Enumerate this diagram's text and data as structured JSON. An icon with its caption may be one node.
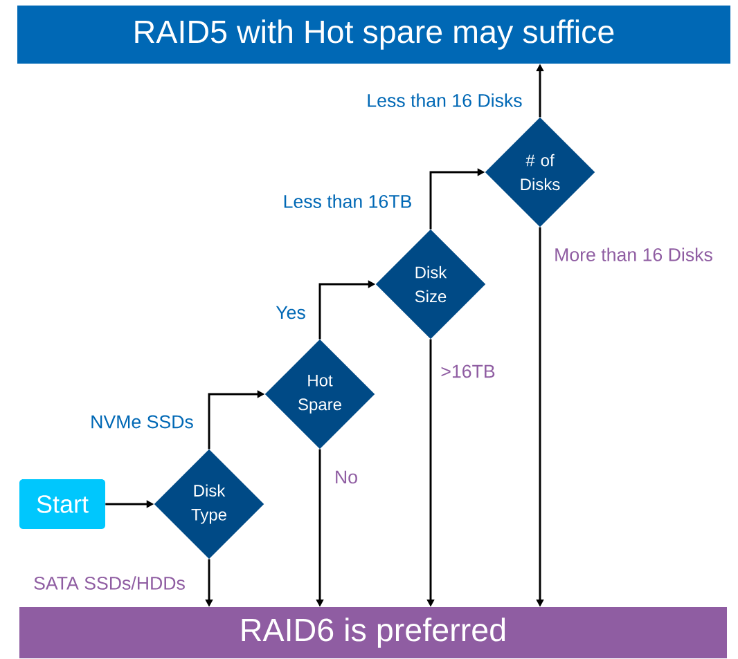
{
  "diagram": {
    "nodes": [
      {
        "text": [
          "RAID5 with Hot spare may suffice"
        ]
      },
      {
        "text": [
          "Start"
        ]
      },
      {
        "text": [
          "Disk Type"
        ]
      },
      {
        "text": [
          "Hot Spare"
        ]
      },
      {
        "text": [
          "Disk Size"
        ]
      },
      {
        "text": [
          "# of Disks"
        ]
      },
      {
        "text": [
          "RAID6 is preferred"
        ]
      }
    ],
    "edges": [
      {
        "from": 1,
        "to": 2,
        "arrow": "to"
      },
      {
        "from": 2,
        "to": 3,
        "arrow": "to",
        "label": "NVMe SSDs"
      },
      {
        "from": 2,
        "to": 6,
        "arrow": "to",
        "label": "SATA SSDs/HDDs"
      },
      {
        "from": 3,
        "to": 4,
        "arrow": "to",
        "label": "Yes"
      },
      {
        "from": 3,
        "to": 6,
        "arrow": "to",
        "label": "No"
      },
      {
        "from": 4,
        "to": 5,
        "arrow": "to",
        "label": "Less than 16TB"
      },
      {
        "from": 4,
        "to": 6,
        "arrow": "to",
        "label": ">16TB"
      },
      {
        "from": 5,
        "to": 0,
        "arrow": "to",
        "label": "Less than 16 Disks"
      },
      {
        "from": 5,
        "to": 6,
        "arrow": "to",
        "label": "More than 16 Disks"
      }
    ]
  }
}
